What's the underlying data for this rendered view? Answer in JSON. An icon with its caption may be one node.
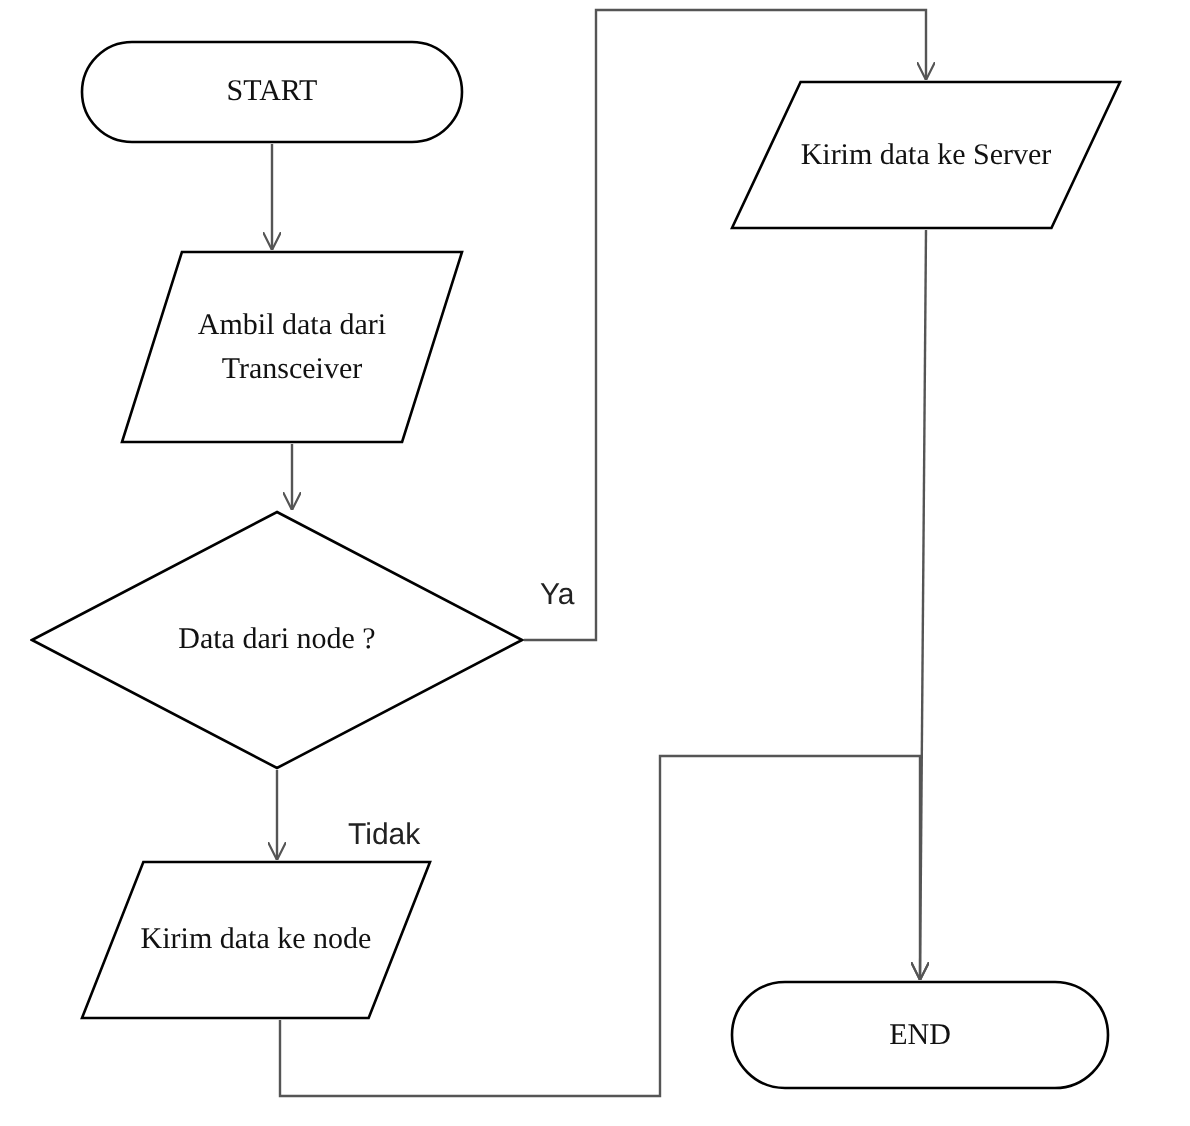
{
  "diagram": {
    "nodes": [
      {
        "text": [
          "START"
        ]
      },
      {
        "text": [
          "Ambil data dari Transceiver"
        ]
      },
      {
        "text": [
          "Data dari node ?"
        ]
      },
      {
        "text": [
          "Kirim data ke node"
        ]
      },
      {
        "text": [
          "Kirim data ke Server"
        ]
      },
      {
        "text": [
          "END"
        ]
      }
    ],
    "edges": [
      {
        "from": 0,
        "to": 1,
        "arrow": "to"
      },
      {
        "from": 1,
        "to": 2,
        "arrow": "to"
      },
      {
        "from": 2,
        "to": 4,
        "arrow": "to",
        "label": "Ya"
      },
      {
        "from": 2,
        "to": 3,
        "arrow": "to",
        "label": "Tidak"
      },
      {
        "from": 4,
        "to": 5,
        "arrow": "to"
      },
      {
        "from": 3,
        "to": 5,
        "arrow": "to"
      }
    ]
  }
}
